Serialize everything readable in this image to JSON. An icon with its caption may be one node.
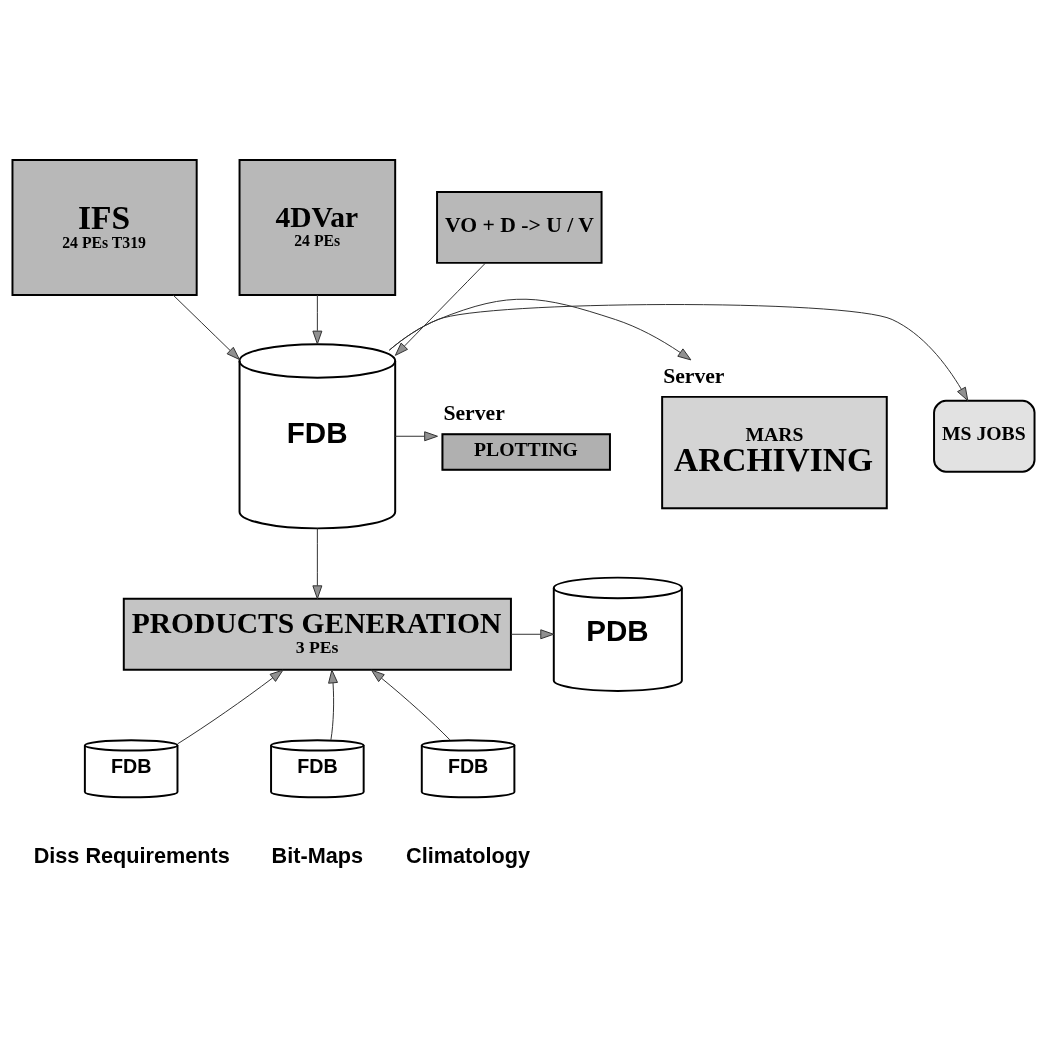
{
  "diagram": {
    "nodes": [
      {
        "text": [
          "IFS",
          "24 PEs T319"
        ]
      },
      {
        "text": [
          "4DVar",
          "24 PEs"
        ]
      },
      {
        "text": [
          "VO + D -> U / V"
        ]
      },
      {
        "text": [
          "FDB"
        ]
      },
      {
        "text": [
          "MS JOBS"
        ]
      },
      {
        "text": [
          "MARS",
          "ARCHIVING"
        ],
        "beside": [
          "Server"
        ]
      },
      {
        "text": [
          "PLOTTING"
        ],
        "beside": [
          "Server"
        ]
      },
      {
        "text": [
          "PRODUCTS GENERATION",
          "3 PEs"
        ]
      },
      {
        "text": [
          "PDB"
        ]
      },
      {
        "text": [
          "FDB"
        ],
        "beside": [
          "Diss Requirements"
        ]
      },
      {
        "text": [
          "FDB"
        ],
        "beside": [
          "Bit-Maps"
        ]
      },
      {
        "text": [
          "FDB"
        ],
        "beside": [
          "Climatology"
        ]
      }
    ],
    "edges": [
      {
        "from": 2,
        "to": 3,
        "arrow": "to"
      },
      {
        "from": 0,
        "to": 3,
        "arrow": "to"
      },
      {
        "from": 1,
        "to": 3,
        "arrow": "to"
      },
      {
        "from": 3,
        "to": 5,
        "arrow": "to"
      },
      {
        "from": 3,
        "to": 4,
        "arrow": "to"
      },
      {
        "from": 3,
        "to": 6,
        "arrow": "to"
      },
      {
        "from": 3,
        "to": 7,
        "arrow": "to"
      },
      {
        "from": 7,
        "to": 8,
        "arrow": "to"
      },
      {
        "from": 9,
        "to": 7,
        "arrow": "to"
      },
      {
        "from": 10,
        "to": 7,
        "arrow": "to"
      },
      {
        "from": 11,
        "to": 7,
        "arrow": "to"
      }
    ]
  }
}
